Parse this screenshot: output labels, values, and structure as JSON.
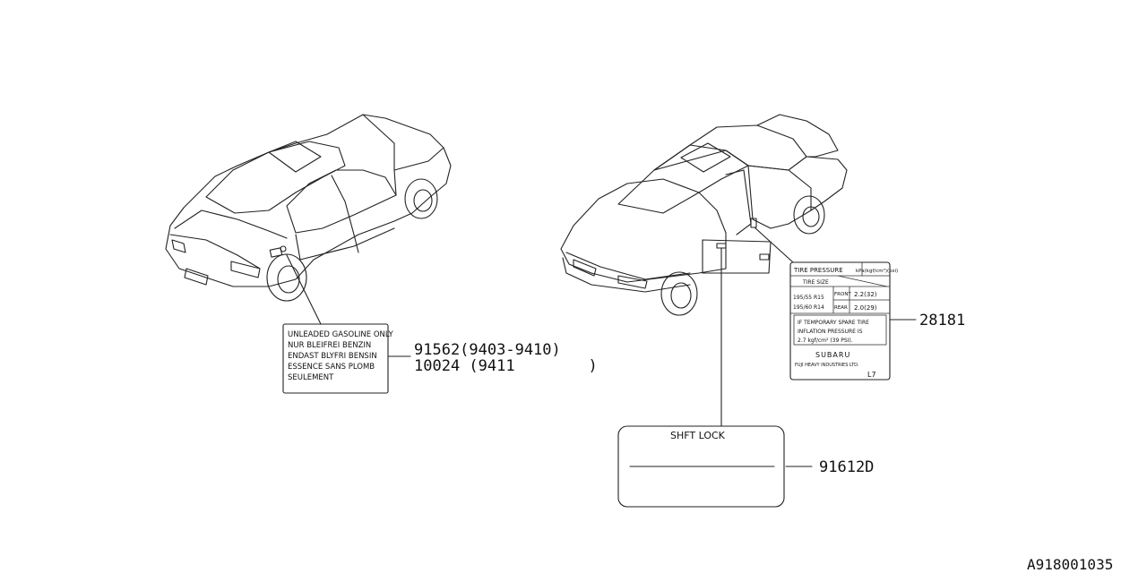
{
  "fuel_label": {
    "lines": [
      "UNLEADED GASOLINE ONLY",
      "NUR BLEIFREI BENZIN",
      "ENDAST BLYFRI BENSIN",
      "ESSENCE SANS PLOMB",
      "SEULEMENT"
    ],
    "part_numbers": [
      "91562(9403-9410)",
      "10024 (9411        )"
    ]
  },
  "tire_label": {
    "title": "TIRE PRESSURE",
    "unit": "kPa(kgf/cm²)(psi)",
    "size_header": "TIRE SIZE",
    "sizes": [
      "195/55 R15",
      "195/60 R14"
    ],
    "positions": [
      "FRONT",
      "REAR"
    ],
    "values": [
      "2.2(32)",
      "2.0(29)"
    ],
    "note_lines": [
      "IF TEMPORARY SPARE TIRE",
      "INFLATION PRESSURE IS",
      "2.7 kgf/cm² (39 PSI)."
    ],
    "brand": "SUBARU",
    "maker": "FUJI HEAVY INDUSTRIES LTD.",
    "code": "L7",
    "part_number": "28181"
  },
  "shift_label": {
    "title": "SHFT LOCK",
    "part_number": "91612D"
  },
  "diagram_id": "A918001035"
}
